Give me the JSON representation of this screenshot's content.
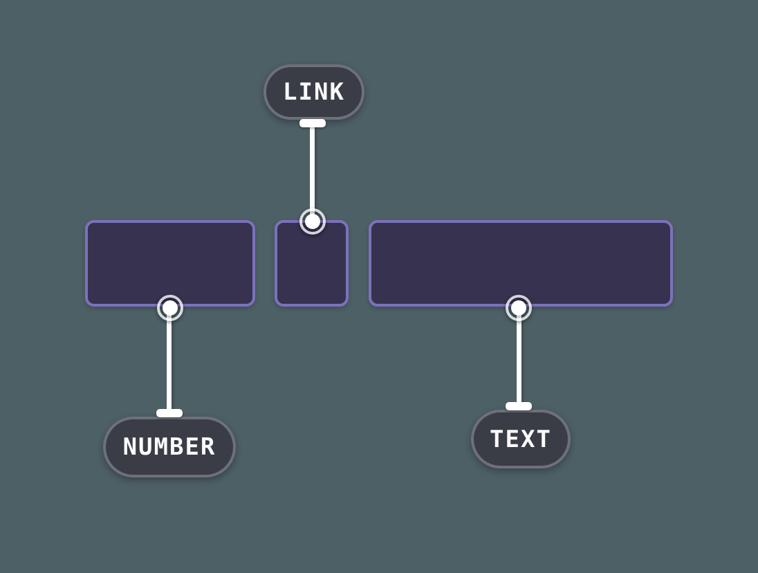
{
  "colors": {
    "background": "#4d6066",
    "slot-fill": "#363250",
    "slot-border": "#7b72bc",
    "chip-fill": "#3a3d46",
    "chip-border": "#6e7079",
    "chip-text": "#fafafa",
    "string": "#ffffff"
  },
  "chips": [
    {
      "id": "link",
      "label": "LINK"
    },
    {
      "id": "number",
      "label": "NUMBER"
    },
    {
      "id": "text",
      "label": "TEXT"
    }
  ],
  "slots": [
    {
      "id": "slot-left"
    },
    {
      "id": "slot-middle"
    },
    {
      "id": "slot-right"
    }
  ],
  "connections": [
    {
      "chip": "link",
      "slot": "slot-middle",
      "anchor": "top"
    },
    {
      "chip": "number",
      "slot": "slot-left",
      "anchor": "bottom"
    },
    {
      "chip": "text",
      "slot": "slot-right",
      "anchor": "bottom"
    }
  ]
}
